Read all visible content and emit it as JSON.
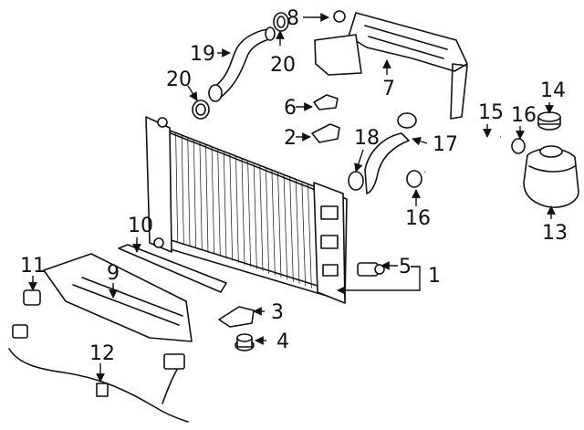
{
  "diagram": {
    "callouts": [
      {
        "id": "c1",
        "label": "1"
      },
      {
        "id": "c2",
        "label": "2"
      },
      {
        "id": "c3",
        "label": "3"
      },
      {
        "id": "c4",
        "label": "4"
      },
      {
        "id": "c5",
        "label": "5"
      },
      {
        "id": "c6",
        "label": "6"
      },
      {
        "id": "c7",
        "label": "7"
      },
      {
        "id": "c8",
        "label": "8"
      },
      {
        "id": "c9",
        "label": "9"
      },
      {
        "id": "c10",
        "label": "10"
      },
      {
        "id": "c11",
        "label": "11"
      },
      {
        "id": "c12",
        "label": "12"
      },
      {
        "id": "c13",
        "label": "13"
      },
      {
        "id": "c14",
        "label": "14"
      },
      {
        "id": "c15",
        "label": "15"
      },
      {
        "id": "c16a",
        "label": "16"
      },
      {
        "id": "c16b",
        "label": "16"
      },
      {
        "id": "c17",
        "label": "17"
      },
      {
        "id": "c18",
        "label": "18"
      },
      {
        "id": "c19",
        "label": "19"
      },
      {
        "id": "c20a",
        "label": "20"
      },
      {
        "id": "c20b",
        "label": "20"
      }
    ]
  }
}
